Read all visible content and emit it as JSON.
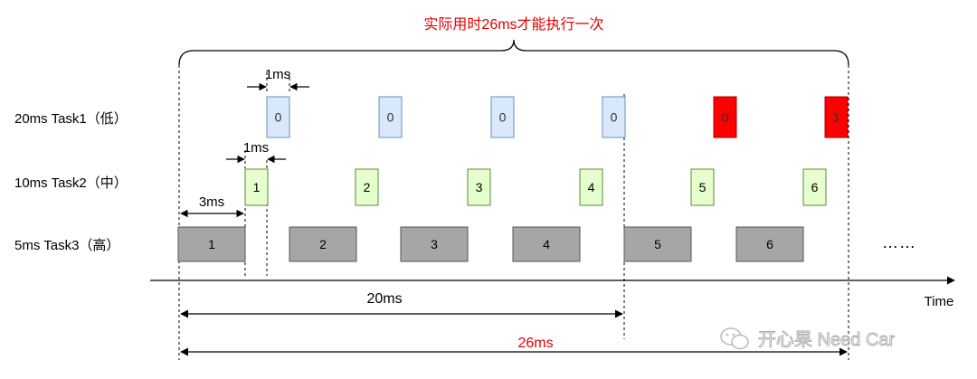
{
  "title": "实际用时26ms才能执行一次",
  "rows": {
    "task1": "20ms Task1（低）",
    "task2": "10ms Task2（中）",
    "task3": "5ms Task3（高）"
  },
  "task1_boxes": [
    {
      "label": "0",
      "fill": "#dae8fc",
      "stroke": "#6c8ebf",
      "text_color": "#333333"
    },
    {
      "label": "0",
      "fill": "#dae8fc",
      "stroke": "#6c8ebf",
      "text_color": "#333333"
    },
    {
      "label": "0",
      "fill": "#dae8fc",
      "stroke": "#6c8ebf",
      "text_color": "#333333"
    },
    {
      "label": "0",
      "fill": "#dae8fc",
      "stroke": "#6c8ebf",
      "text_color": "#333333"
    },
    {
      "label": "0",
      "fill": "#ff0000",
      "stroke": "#b20000",
      "text_color": "#333333"
    },
    {
      "label": "1",
      "fill": "#ff0000",
      "stroke": "#b20000",
      "text_color": "#333333"
    }
  ],
  "task2_boxes": [
    {
      "label": "1",
      "fill": "#e6ffcc",
      "stroke": "#5a8a3a"
    },
    {
      "label": "2",
      "fill": "#e6ffcc",
      "stroke": "#5a8a3a"
    },
    {
      "label": "3",
      "fill": "#e6ffcc",
      "stroke": "#5a8a3a"
    },
    {
      "label": "4",
      "fill": "#e6ffcc",
      "stroke": "#5a8a3a"
    },
    {
      "label": "5",
      "fill": "#e6ffcc",
      "stroke": "#5a8a3a"
    },
    {
      "label": "6",
      "fill": "#e6ffcc",
      "stroke": "#5a8a3a"
    }
  ],
  "task3_boxes": [
    {
      "label": "1",
      "fill": "#a6a6a6",
      "stroke": "#555555"
    },
    {
      "label": "2",
      "fill": "#a6a6a6",
      "stroke": "#555555"
    },
    {
      "label": "3",
      "fill": "#a6a6a6",
      "stroke": "#555555"
    },
    {
      "label": "4",
      "fill": "#a6a6a6",
      "stroke": "#555555"
    },
    {
      "label": "5",
      "fill": "#a6a6a6",
      "stroke": "#555555"
    },
    {
      "label": "6",
      "fill": "#a6a6a6",
      "stroke": "#555555"
    }
  ],
  "ellipsis": "……",
  "axis_label": "Time",
  "annotations": {
    "one_ms_top": "1ms",
    "one_ms_mid": "1ms",
    "three_ms": "3ms",
    "twenty_ms": "20ms",
    "twenty_six_ms": "26ms"
  },
  "watermark": "开心果 Need Car",
  "colors": {
    "accent_red": "#e00000",
    "line": "#000000"
  }
}
